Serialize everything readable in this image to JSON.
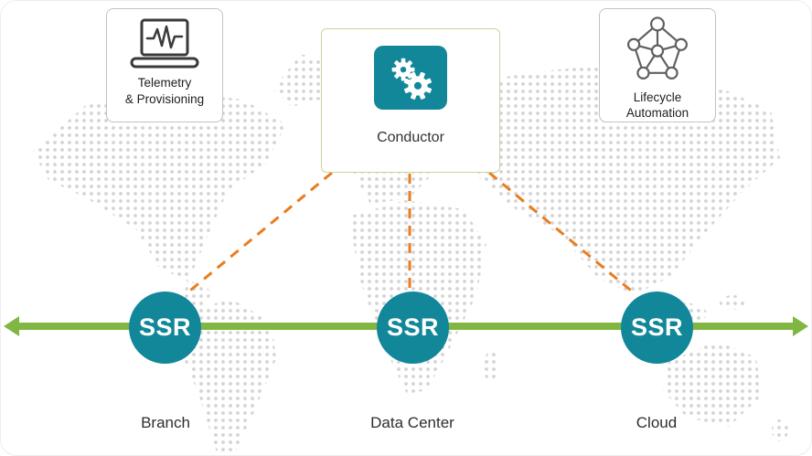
{
  "diagram": {
    "conductor_card": {
      "label": "Conductor",
      "icon": "gears-icon"
    },
    "feature_cards": [
      {
        "id": "telemetry",
        "label": "Telemetry\n& Provisioning",
        "icon": "laptop-telemetry-icon"
      },
      {
        "id": "lifecycle",
        "label": "Lifecycle\nAutomation",
        "icon": "network-mesh-icon"
      }
    ],
    "ssr_nodes": [
      {
        "label": "SSR",
        "caption": "Branch"
      },
      {
        "label": "SSR",
        "caption": "Data Center"
      },
      {
        "label": "SSR",
        "caption": "Cloud"
      }
    ],
    "colors": {
      "teal": "#12879A",
      "green": "#7FB742",
      "orange": "#E87D1E",
      "map_dots": "#D4D4D4",
      "conductor_border": "#C7D79B",
      "card_border": "#C2C2C2"
    }
  }
}
